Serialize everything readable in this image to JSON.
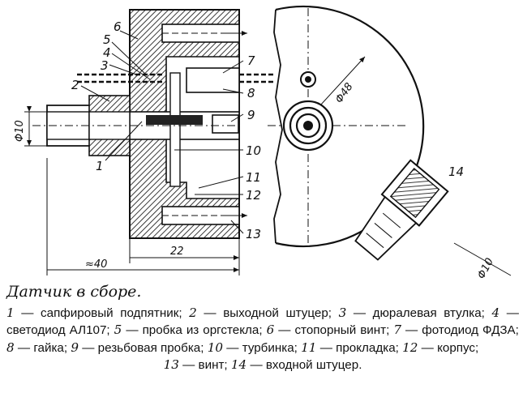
{
  "caption": {
    "title": "Датчик в сборе.",
    "items": [
      {
        "num": "1",
        "text": "сапфировый подпятник;"
      },
      {
        "num": "2",
        "text": "выходной штуцер;"
      },
      {
        "num": "3",
        "text": "дюралевая втулка;"
      },
      {
        "num": "4",
        "text": "светодиод АЛ107;"
      },
      {
        "num": "5",
        "text": "пробка из оргстекла;"
      },
      {
        "num": "6",
        "text": "стопорный винт;"
      },
      {
        "num": "7",
        "text": "фотодиод ФДЗА;"
      },
      {
        "num": "8",
        "text": "гайка;"
      },
      {
        "num": "9",
        "text": "резьбовая пробка;"
      },
      {
        "num": "10",
        "text": "турбинка;"
      },
      {
        "num": "11",
        "text": "прокладка;"
      },
      {
        "num": "12",
        "text": "корпус;"
      },
      {
        "num": "13",
        "text": "винт;"
      },
      {
        "num": "14",
        "text": "входной штуцер."
      }
    ]
  },
  "drawing": {
    "callouts": [
      "1",
      "2",
      "3",
      "4",
      "5",
      "6",
      "7",
      "8",
      "9",
      "10",
      "11",
      "12",
      "13",
      "14"
    ],
    "dimensions": {
      "d10_left": "Φ10",
      "d48": "Φ48",
      "d10_right": "Φ10",
      "len_40": "≈40",
      "len_22": "22"
    }
  }
}
